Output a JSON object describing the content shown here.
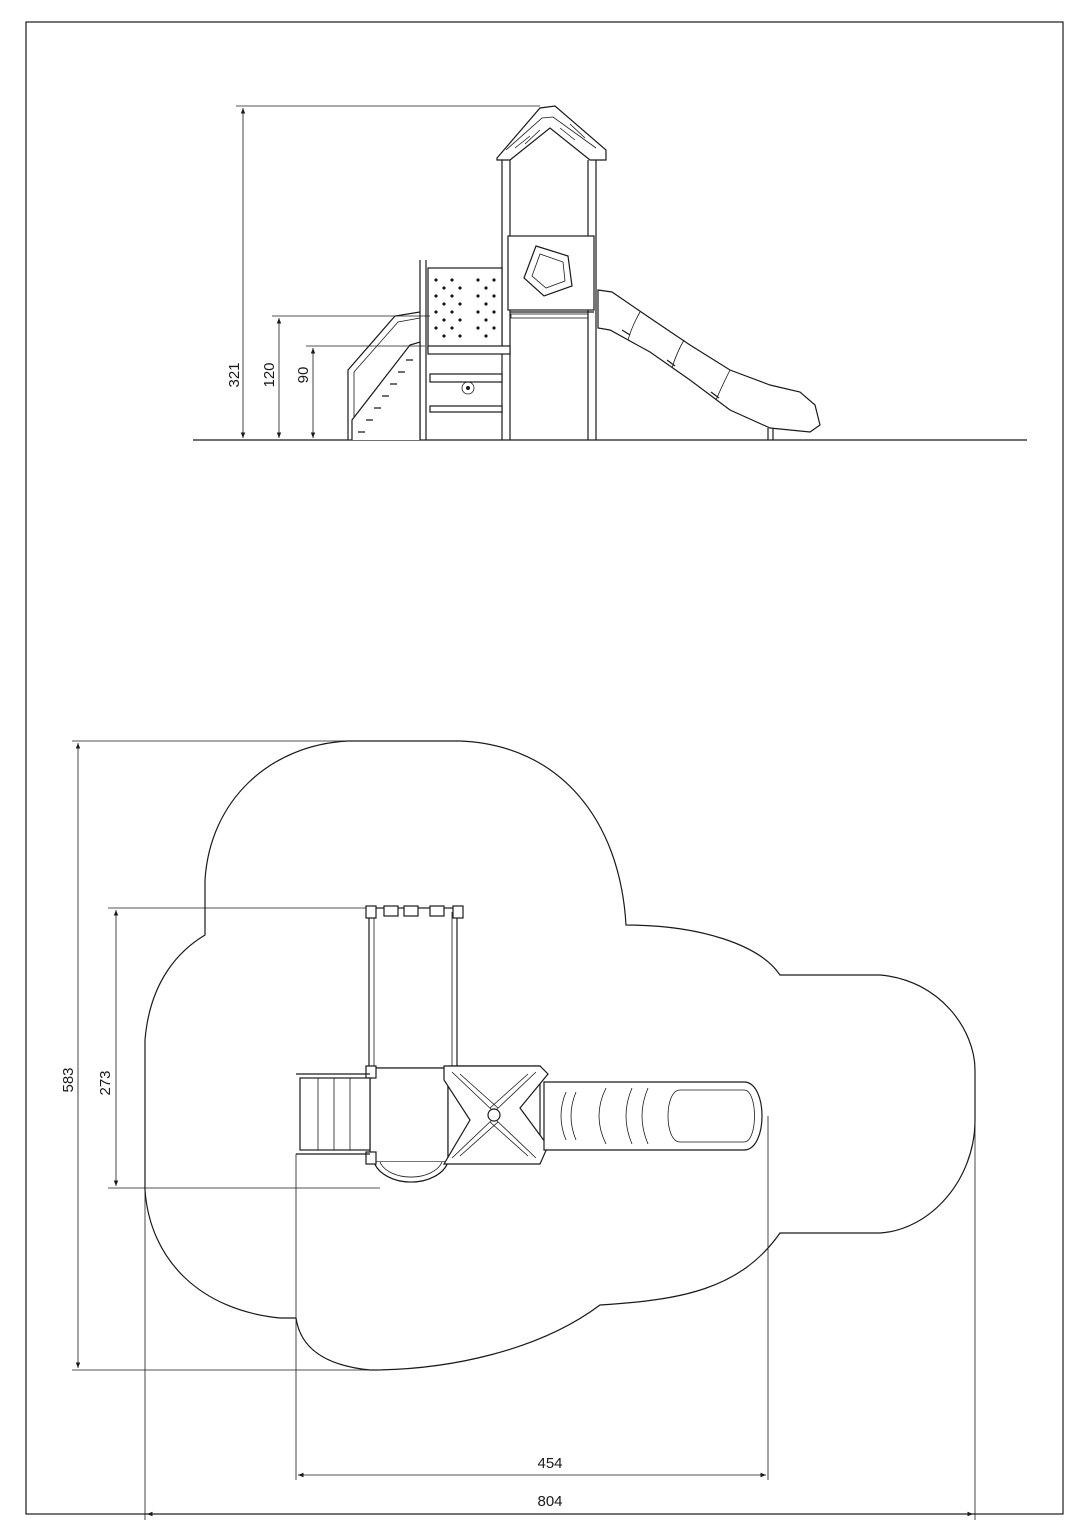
{
  "elevation": {
    "dimensions": {
      "total_height": "321",
      "platform_high": "120",
      "platform_low": "90"
    }
  },
  "plan": {
    "dimensions": {
      "safety_depth": "583",
      "equipment_depth": "273",
      "equipment_width": "454",
      "safety_width": "804"
    }
  }
}
